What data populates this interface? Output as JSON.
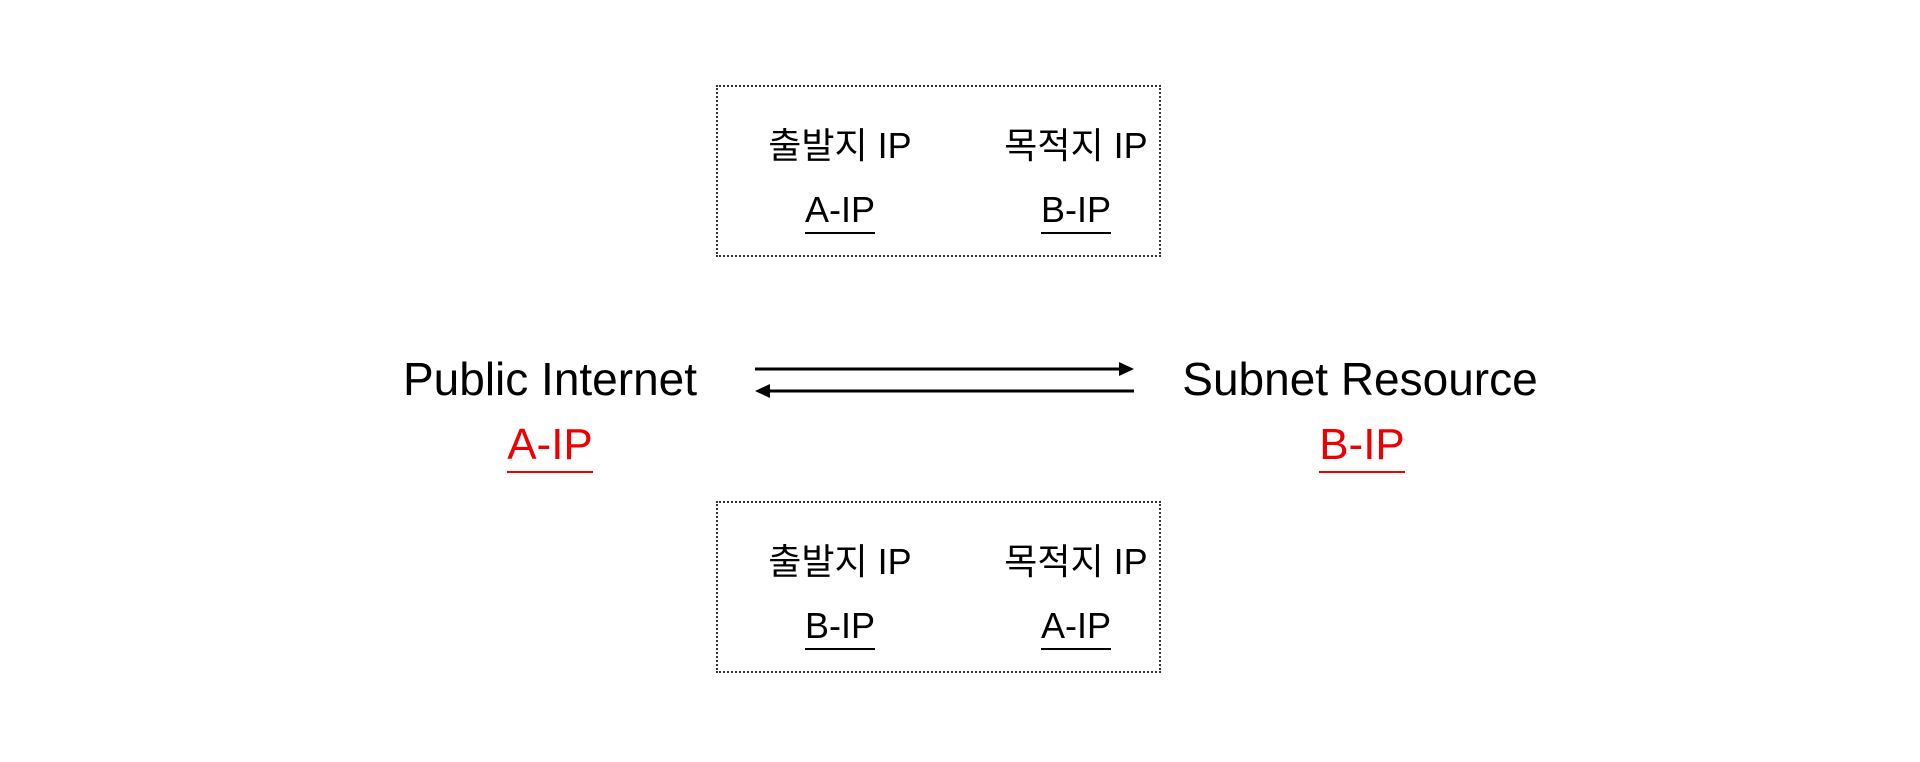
{
  "request_packet": {
    "source_header": "출발지 IP",
    "destination_header": "목적지 IP",
    "source_value": "A-IP",
    "destination_value": "B-IP"
  },
  "response_packet": {
    "source_header": "출발지 IP",
    "destination_header": "목적지 IP",
    "source_value": "B-IP",
    "destination_value": "A-IP"
  },
  "left_node": {
    "label": "Public Internet",
    "ip": "A-IP"
  },
  "right_node": {
    "label": "Subnet Resource",
    "ip": "B-IP"
  },
  "colors": {
    "ip_label": "#ee0000",
    "text": "#000000"
  }
}
